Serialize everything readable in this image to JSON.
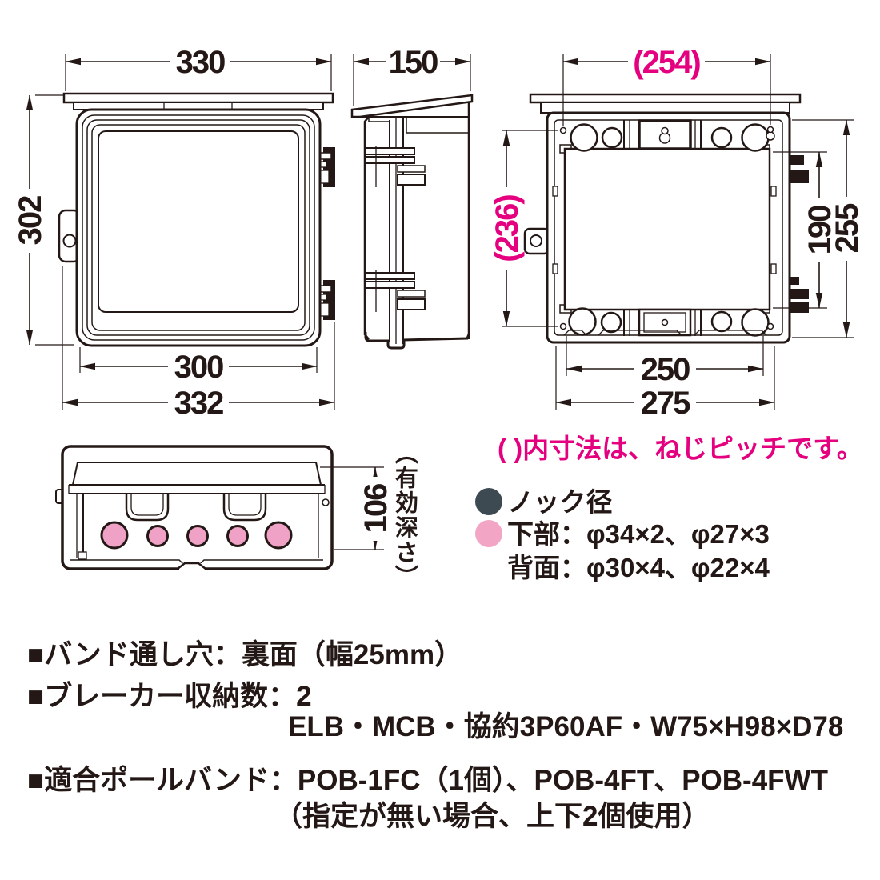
{
  "colors": {
    "line": "#231815",
    "accent_pink": "#e4007f",
    "knockout_fill": "#f0a2c6",
    "legend_dark_bullet": "#3d4a52",
    "legend_pink_bullet": "#f2a5c4"
  },
  "views": {
    "front": {
      "dim_top": "330",
      "dim_left": "302",
      "dim_bottom_inner": "300",
      "dim_bottom_outer": "332"
    },
    "side": {
      "dim_top": "150"
    },
    "rear": {
      "dim_top": "(254)",
      "dim_left": "(236)",
      "dim_right_inner": "190",
      "dim_right_outer": "255",
      "dim_bottom_inner": "250",
      "dim_bottom_outer": "275"
    },
    "bottom": {
      "dim_depth": "106",
      "depth_note": "（有効深さ）"
    }
  },
  "note_pink": "( )内寸法は、ねじピッチです。",
  "legend": {
    "knock_title": "ノック径",
    "bottom_row": "下部：φ34×2、φ27×3",
    "rear_row": "背面：φ30×4、φ22×4"
  },
  "specs": {
    "band_hole": "■バンド通し穴：裏面（幅25mm）",
    "breaker_count": "■ブレーカー収納数：2",
    "breaker_detail": "ELB・MCB・協約3P60AF・W75×H98×D78",
    "pole_band": "■適合ポールバンド：POB-1FC（1個）、POB-4FT、POB-4FWT",
    "pole_band_note": "（指定が無い場合、上下2個使用）"
  }
}
